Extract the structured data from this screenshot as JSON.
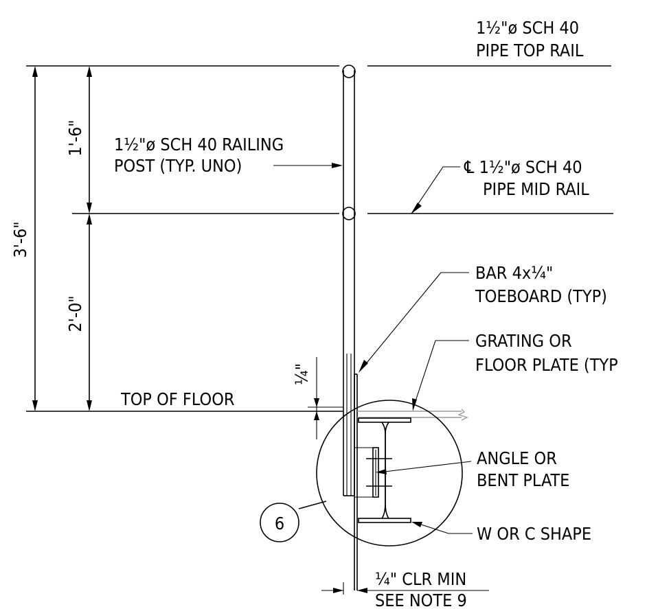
{
  "labels": {
    "top_rail_line1": "1½\"ø SCH 40",
    "top_rail_line2": "PIPE TOP RAIL",
    "post_line1": "1½\"ø SCH 40 RAILING",
    "post_line2": "POST (TYP. UNO)",
    "mid_rail_line1": "℄ 1½\"ø SCH 40",
    "mid_rail_line2": "PIPE MID RAIL",
    "toeboard_line1": "BAR 4x¼\"",
    "toeboard_line2": "TOEBOARD (TYP)",
    "grating_line1": "GRATING OR",
    "grating_line2": "FLOOR PLATE (TYP",
    "top_of_floor": "TOP OF FLOOR",
    "angle_line1": "ANGLE OR",
    "angle_line2": "BENT PLATE",
    "w_shape": "W OR C SHAPE",
    "clearance_line1": "¼\" CLR MIN",
    "clearance_line2": "SEE NOTE 9",
    "detail_number": "6"
  },
  "dimensions": {
    "overall_height": "3'-6\"",
    "upper_segment": "1'-6\"",
    "lower_segment": "2'-0\"",
    "toeboard_gap": "¼\""
  }
}
